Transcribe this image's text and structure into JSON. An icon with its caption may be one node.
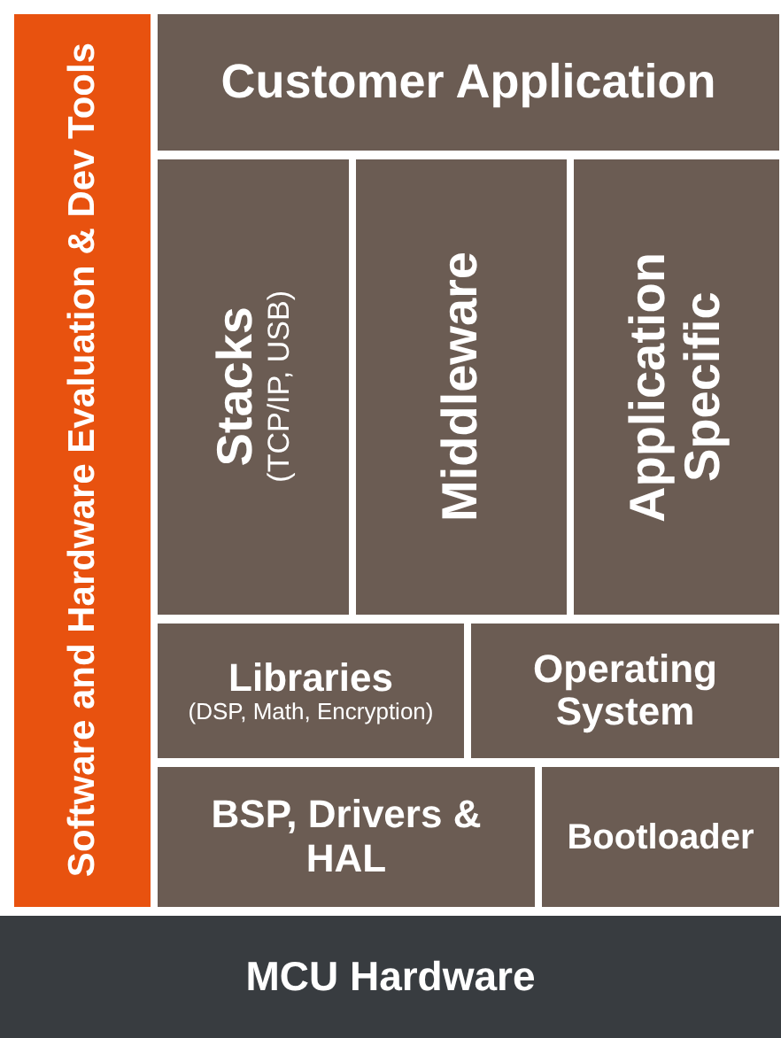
{
  "diagram": {
    "nodes": [
      {
        "text": [
          "Software and Hardware Evaluation & Dev Tools"
        ]
      },
      {
        "text": [
          "Customer Application"
        ]
      },
      {
        "text": [
          "Stacks",
          "(TCP/IP, USB)"
        ]
      },
      {
        "text": [
          "Middleware"
        ]
      },
      {
        "text": [
          "Application Specific"
        ]
      },
      {
        "text": [
          "Libraries",
          "(DSP, Math, Encryption)"
        ]
      },
      {
        "text": [
          "Operating System"
        ]
      },
      {
        "text": [
          "BSP, Drivers & HAL"
        ]
      },
      {
        "text": [
          "Bootloader"
        ]
      },
      {
        "text": [
          "MCU Hardware"
        ]
      }
    ]
  }
}
